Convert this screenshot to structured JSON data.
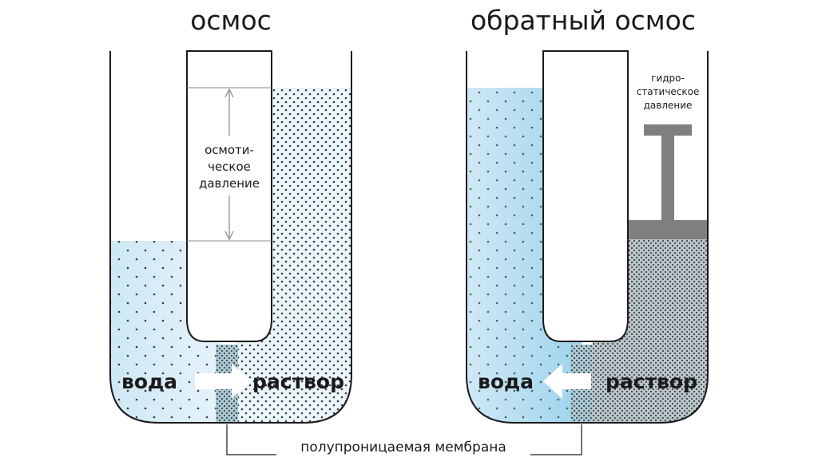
{
  "left_panel": {
    "title": "осмос",
    "pressure_label": [
      "осмоти-",
      "ческое",
      "давление"
    ],
    "water_label": "вода",
    "solution_label": "раствор"
  },
  "right_panel": {
    "title": "обратный осмос",
    "pressure_label": [
      "гидро-",
      "статическое",
      "давление"
    ],
    "water_label": "вода",
    "solution_label": "раствор"
  },
  "membrane_label": "полупроницаемая мембрана",
  "colors": {
    "water": "#cfe9f5",
    "water_dark": "#9fd4ec",
    "outline": "#1a1a1a",
    "piston": "#7f7f7f",
    "arrow": "#ffffff"
  }
}
